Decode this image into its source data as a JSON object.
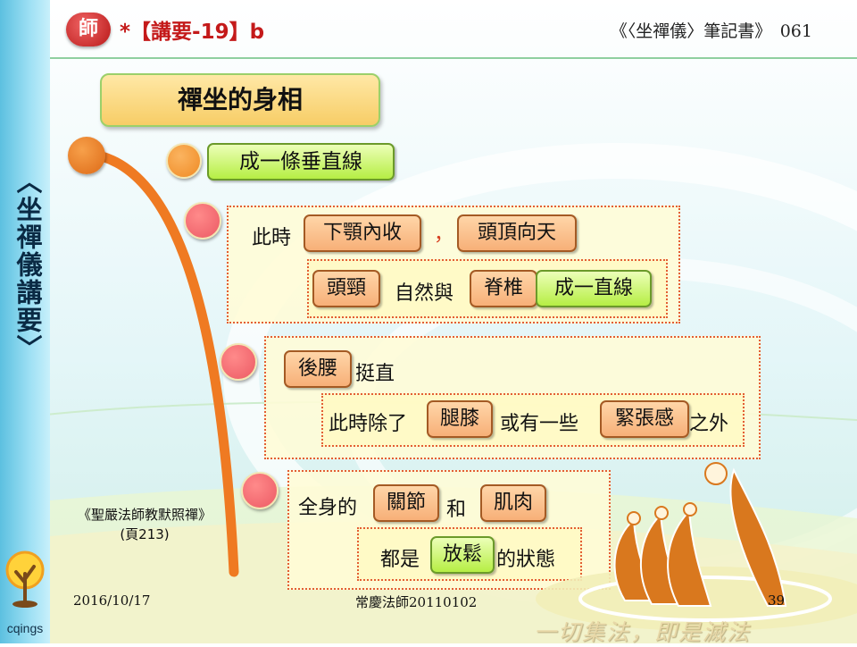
{
  "header": {
    "teacher_badge": "師",
    "lecture_title": "*【講要-19】b",
    "notebook_ref": "《〈坐禪儀〉筆記書》　061"
  },
  "sidebar": {
    "vertical_title": "〈坐禪儀講要〉",
    "user_label": "cqings"
  },
  "slide": {
    "section_title": "禪坐的身相",
    "point1": {
      "label": "成一條垂直線"
    },
    "point2": {
      "prefix": "此時",
      "tag_a": "下顎內收",
      "separator": "，",
      "tag_b": "頭頂向天",
      "tag_c": "頭頸",
      "middle": "自然與",
      "tag_d": "脊椎",
      "tag_e": "成一直線"
    },
    "point3": {
      "tag_a": "後腰",
      "suffix_a": "挺直",
      "prefix_b": "此時除了",
      "tag_b": "腿膝",
      "middle_b": "或有一些",
      "tag_c": "緊張感",
      "suffix_b": "之外"
    },
    "point4": {
      "prefix": "全身的",
      "tag_a": "關節",
      "conj": "和",
      "tag_b": "肌肉",
      "prefix_b": "都是",
      "tag_c": "放鬆",
      "suffix_b": "的狀態"
    }
  },
  "credit": {
    "book": "《聖嚴法師教默照禪》",
    "page": "(頁213)"
  },
  "footer": {
    "date": "2016/10/17",
    "speaker": "常慶法師20110102",
    "page_number": "39",
    "motto": "一切集法，即是滅法"
  },
  "colors": {
    "accent_red": "#c41a1a",
    "tag_orange": "#f7b078",
    "tag_green": "#b6ee44",
    "arc_orange": "#ef7a22",
    "sidebar_blue": "#5cc0e0"
  }
}
